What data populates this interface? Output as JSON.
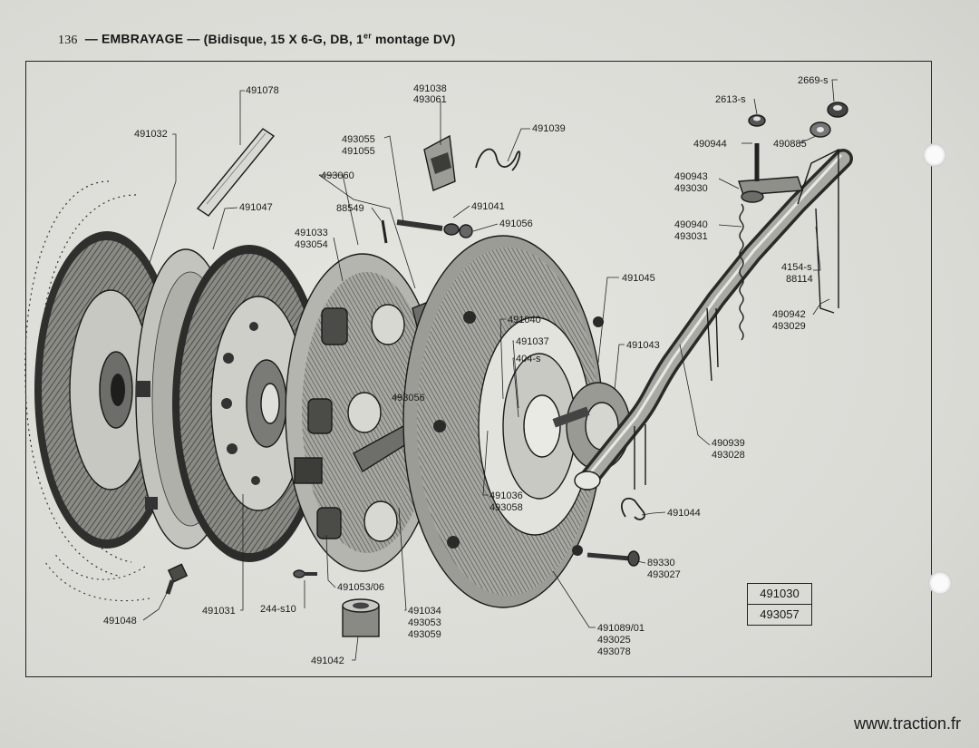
{
  "header": {
    "page_number": "136",
    "dash1": "—",
    "title": "EMBRAYAGE",
    "dash2": "—",
    "subtitle_start": "(Bidisque, 15 X 6-G, DB, 1",
    "superscript": "er",
    "subtitle_end": " montage DV)"
  },
  "labels": [
    {
      "id": "491078",
      "text": "491078"
    },
    {
      "id": "491032",
      "text": "491032"
    },
    {
      "id": "491047",
      "text": "491047"
    },
    {
      "id": "491038",
      "text": "491038"
    },
    {
      "id": "493061",
      "text": "493061"
    },
    {
      "id": "493055",
      "text": "493055"
    },
    {
      "id": "491055",
      "text": "491055"
    },
    {
      "id": "491039",
      "text": "491039"
    },
    {
      "id": "493060",
      "text": "493060"
    },
    {
      "id": "88549",
      "text": "88549"
    },
    {
      "id": "491041",
      "text": "491041"
    },
    {
      "id": "491033",
      "text": "491033"
    },
    {
      "id": "493054",
      "text": "493054"
    },
    {
      "id": "491056",
      "text": "491056"
    },
    {
      "id": "2613-s",
      "text": "2613-s"
    },
    {
      "id": "2669-s",
      "text": "2669-s"
    },
    {
      "id": "490944",
      "text": "490944"
    },
    {
      "id": "490885",
      "text": "490885"
    },
    {
      "id": "490943",
      "text": "490943"
    },
    {
      "id": "493030",
      "text": "493030"
    },
    {
      "id": "490940",
      "text": "490940"
    },
    {
      "id": "493031",
      "text": "493031"
    },
    {
      "id": "4154-s",
      "text": "4154-s"
    },
    {
      "id": "88114",
      "text": "88114"
    },
    {
      "id": "491045",
      "text": "491045"
    },
    {
      "id": "491040",
      "text": "491040"
    },
    {
      "id": "491037",
      "text": "491037"
    },
    {
      "id": "404-s",
      "text": "404-s"
    },
    {
      "id": "491043",
      "text": "491043"
    },
    {
      "id": "490942",
      "text": "490942"
    },
    {
      "id": "493029",
      "text": "493029"
    },
    {
      "id": "493056",
      "text": "493056"
    },
    {
      "id": "490939",
      "text": "490939"
    },
    {
      "id": "493028",
      "text": "493028"
    },
    {
      "id": "491036",
      "text": "491036"
    },
    {
      "id": "493058",
      "text": "493058"
    },
    {
      "id": "491044",
      "text": "491044"
    },
    {
      "id": "89330",
      "text": "89330"
    },
    {
      "id": "493027",
      "text": "493027"
    },
    {
      "id": "491048",
      "text": "491048"
    },
    {
      "id": "491031",
      "text": "491031"
    },
    {
      "id": "244-s10",
      "text": "244-s10"
    },
    {
      "id": "491053-06",
      "text": "491053/06"
    },
    {
      "id": "491034",
      "text": "491034"
    },
    {
      "id": "493053",
      "text": "493053"
    },
    {
      "id": "493059",
      "text": "493059"
    },
    {
      "id": "491042",
      "text": "491042"
    },
    {
      "id": "491089-01",
      "text": "491089/01"
    },
    {
      "id": "493025",
      "text": "493025"
    },
    {
      "id": "493078",
      "text": "493078"
    }
  ],
  "reference_box": [
    "491030",
    "493057"
  ],
  "footer": {
    "watermark": "www.traction.fr"
  }
}
